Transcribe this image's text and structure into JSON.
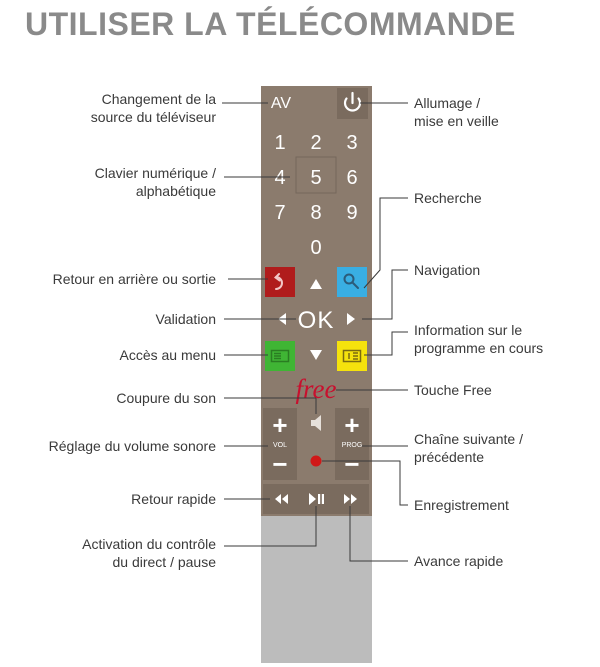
{
  "title": "UTILISER LA TÉLÉCOMMANDE",
  "remote": {
    "av_label": "AV",
    "digits": [
      "1",
      "2",
      "3",
      "4",
      "5",
      "6",
      "7",
      "8",
      "9",
      "0"
    ],
    "ok_label": "OK",
    "brand_logo": "free",
    "vol_label": "VOL",
    "prog_label": "PROG",
    "plus_symbol": "+",
    "minus_symbol": "−",
    "colors": {
      "body": "#8b7b6d",
      "body_dark": "#7a6b5e",
      "handle": "#bcbcbc",
      "back_red": "#b01c1c",
      "search_blue": "#39aee3",
      "menu_green": "#3fb534",
      "info_yellow": "#f5e20d",
      "brand_red": "#c8102e",
      "record_red": "#d01818"
    },
    "icons": [
      "power-icon",
      "back-icon",
      "search-icon",
      "up-arrow-icon",
      "down-arrow-icon",
      "left-arrow-icon",
      "right-arrow-icon",
      "menu-icon",
      "info-icon",
      "mute-icon",
      "rewind-icon",
      "play-pause-icon",
      "fast-forward-icon",
      "record-icon"
    ]
  },
  "labels": {
    "source_line1": "Changement de la",
    "source_line2": "source du téléviseur",
    "keypad_line1": "Clavier numérique /",
    "keypad_line2": "alphabétique",
    "back": "Retour en arrière ou sortie",
    "validation": "Validation",
    "menu": "Accès au menu",
    "mute": "Coupure du son",
    "volume": "Réglage du volume sonore",
    "rewind": "Retour rapide",
    "live_line1": "Activation du contrôle",
    "live_line2": "du direct  / pause",
    "power_line1": "Allumage /",
    "power_line2": "mise en veille",
    "search": "Recherche",
    "navigation": "Navigation",
    "info_line1": "Information sur le",
    "info_line2": "programme en cours",
    "free_key": "Touche Free",
    "channel_line1": "Chaîne suivante /",
    "channel_line2": "précédente",
    "record": "Enregistrement",
    "forward": "Avance rapide"
  }
}
